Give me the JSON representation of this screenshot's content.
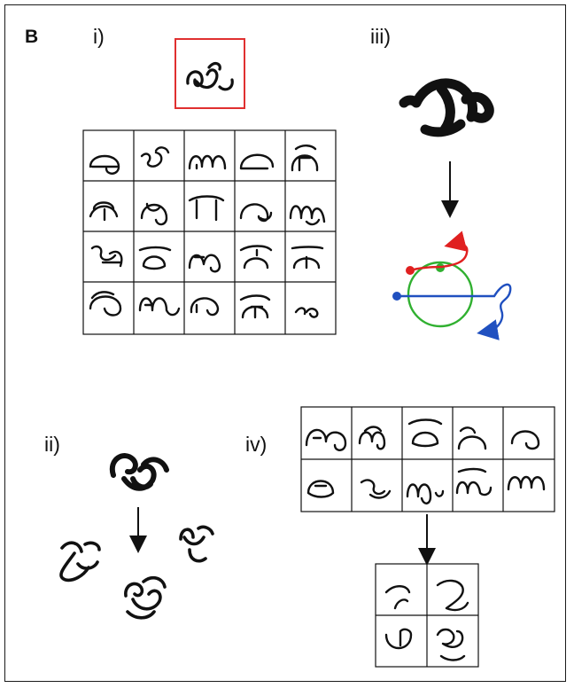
{
  "figure": {
    "panel_label": "B",
    "subpanels": {
      "i": "i)",
      "ii": "ii)",
      "iii": "iii)",
      "iv": "iv)"
    }
  },
  "panel_i": {
    "target_glyph": "red-boxed-target-character",
    "target_box_color": "#e03030",
    "grid_rows": 4,
    "grid_cols": 5
  },
  "panel_iii": {
    "stroke_colors": {
      "red": "#e02020",
      "green": "#30b030",
      "blue": "#2050c0"
    }
  },
  "panel_iv": {
    "top_grid_rows": 2,
    "top_grid_cols": 5,
    "bottom_grid_rows": 2,
    "bottom_grid_cols": 2
  }
}
